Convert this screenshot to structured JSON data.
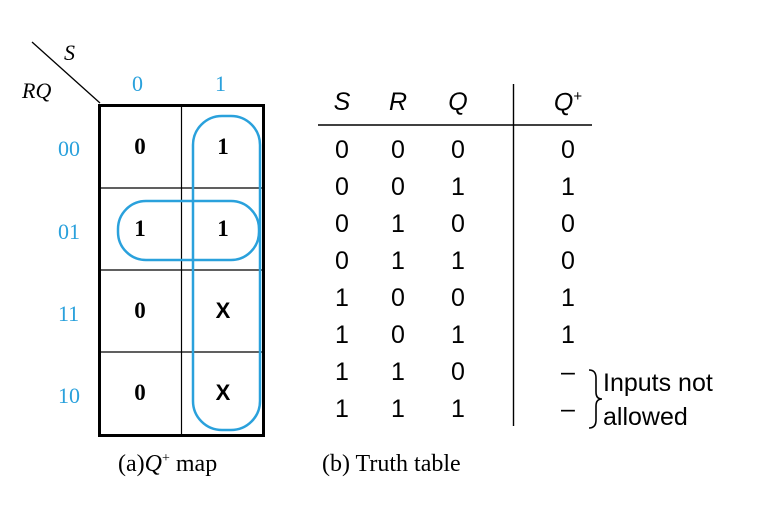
{
  "kmap": {
    "col_var": "S",
    "row_var": "RQ",
    "col_heads": [
      "0",
      "1"
    ],
    "row_heads": [
      "00",
      "01",
      "11",
      "10"
    ],
    "cells": [
      [
        "0",
        "1"
      ],
      [
        "1",
        "1"
      ],
      [
        "0",
        "X"
      ],
      [
        "0",
        "X"
      ]
    ],
    "accent_color": "#2aa1dc"
  },
  "truth_table": {
    "headers": [
      "S",
      "R",
      "Q",
      "Q"
    ],
    "next_state_sup": "+",
    "rows": [
      [
        "0",
        "0",
        "0",
        "0"
      ],
      [
        "0",
        "0",
        "1",
        "1"
      ],
      [
        "0",
        "1",
        "0",
        "0"
      ],
      [
        "0",
        "1",
        "1",
        "0"
      ],
      [
        "1",
        "0",
        "0",
        "1"
      ],
      [
        "1",
        "0",
        "1",
        "1"
      ],
      [
        "1",
        "1",
        "0",
        "–"
      ],
      [
        "1",
        "1",
        "1",
        "–"
      ]
    ],
    "note_line1": "Inputs not",
    "note_line2": "allowed"
  },
  "captions": {
    "a_prefix": "(a)",
    "a_var": "Q",
    "a_sup": "+",
    "a_suffix": "map",
    "b_text": "(b) Truth table"
  }
}
